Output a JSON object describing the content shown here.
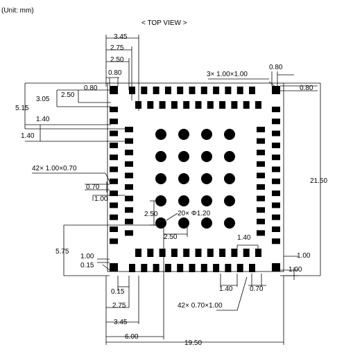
{
  "unit_label": "(Unit: mm)",
  "view_label": "< TOP VIEW >",
  "dimensions": {
    "d_3_45_top": "3.45",
    "d_2_75_top": "2.75",
    "d_2_50_top": "2.50",
    "d_0_80_top": "0.80",
    "d_0_80_left": "0.80",
    "d_3_05": "3.05",
    "d_2_50_left": "2.50",
    "d_5_15": "5.15",
    "d_1_40_a": "1.40",
    "d_1_40_b": "1.40",
    "d_0_70_left": "0.70",
    "d_1_00_left": "1.00",
    "d_5_75": "5.75",
    "d_1_00_bl": "1.00",
    "d_0_15_left": "0.15",
    "d_0_15_bottom": "0.15",
    "d_2_75_bottom": "2.75",
    "d_3_45_bottom": "3.45",
    "d_6_00": "6.00",
    "d_19_50": "19.50",
    "d_21_50": "21.50",
    "d_0_80_tr": "0.80",
    "d_0_80_right": "0.80",
    "d_1_00_br_a": "1.00",
    "d_1_00_br_b": "1.00",
    "d_1_40_bottom_inner": "1.40",
    "d_1_40_bottom_outer": "1.40",
    "d_0_70_bottom": "0.70",
    "d_2_50_ball_v": "2.50",
    "d_2_50_ball_h": "2.50"
  },
  "callouts": {
    "corner_pads": "3× 1.00×1.00",
    "side_pads": "42× 1.00×0.70",
    "bottom_pads": "42× 0.70×1.00",
    "balls": "20× Φ1.20"
  }
}
